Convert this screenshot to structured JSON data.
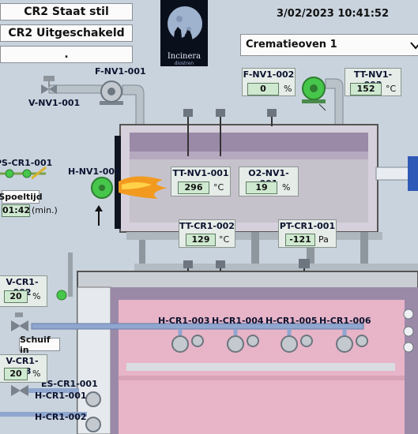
{
  "header": {
    "status_1": "CR2 Staat stil",
    "status_2": "CR2 Uitgeschakeld",
    "status_3": ".",
    "datetime": "3/02/2023 10:41:52",
    "logo_text": "Incinera",
    "logo_sub": "diostren",
    "oven_select": "Crematieoven 1"
  },
  "labels": {
    "f_nv1_001": "F-NV1-001",
    "v_nv1_001": "V-NV1-001",
    "h_nv1_001": "H-NV1-001",
    "ps_cr1_001": "PS-CR1-001",
    "v_cr1_002": "V-CR1-002",
    "v_cr1_003": "V-CR1-003",
    "es_cr1_001": "ES-CR1-001",
    "h_cr1_001": "H-CR1-001",
    "h_cr1_002": "H-CR1-002",
    "h_cr1_003": "H-CR1-003",
    "h_cr1_004": "H-CR1-004",
    "h_cr1_005": "H-CR1-005",
    "h_cr1_006": "H-CR1-006"
  },
  "spoeltijd": {
    "label": "Spoeltijd",
    "value": "01:42",
    "unit": "(min.)"
  },
  "schuif_in": "Schuif in",
  "readouts": {
    "f_nv1_002": {
      "title": "F-NV1-002",
      "value": "0",
      "unit": "%"
    },
    "tt_nv1_002": {
      "title": "TT-NV1-002",
      "value": "152",
      "unit": "°C"
    },
    "tt_nv1_001": {
      "title": "TT-NV1-001",
      "value": "296",
      "unit": "°C"
    },
    "o2_nv1_001": {
      "title": "O2-NV1-001",
      "value": "19",
      "unit": "%"
    },
    "tt_cr1_002": {
      "title": "TT-CR1-002",
      "value": "129",
      "unit": "°C"
    },
    "pt_cr1_001": {
      "title": "PT-CR1-001",
      "value": "-121",
      "unit": "Pa"
    },
    "v_cr1_002": {
      "value": "20",
      "unit": "%"
    },
    "v_cr1_003": {
      "value": "20",
      "unit": "%"
    }
  },
  "colors": {
    "background": "#c9d3dd",
    "chamber_top": "#9b89a8",
    "chamber_pink": "#e7b4c8",
    "pipe": "#b9c1c9",
    "value_bg": "#cfe9d0",
    "fan_green": "#46c64a",
    "flame": "#f29a1f"
  }
}
